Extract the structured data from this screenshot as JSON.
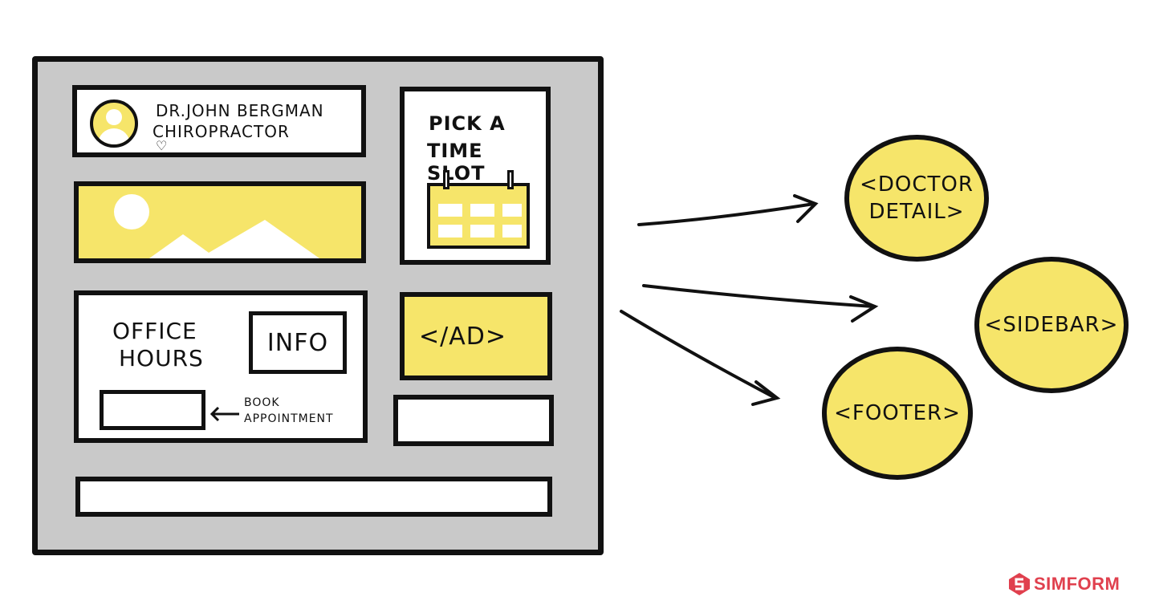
{
  "doctor_card": {
    "name": "DR.JOHN BERGMAN",
    "title": "CHIROPRACTOR",
    "like_icon": "heart-icon",
    "avatar_icon": "user-avatar-icon"
  },
  "banner": {
    "icon": "landscape-image-icon"
  },
  "time_slot": {
    "line1": "PICK A",
    "line2": "TIME SLOT",
    "icon": "calendar-icon"
  },
  "office": {
    "line1": "OFFICE",
    "line2": "HOURS",
    "info_label": "INFO",
    "book_line1": "BOOK",
    "book_line2": "APPOINTMENT"
  },
  "ad": {
    "label": "</AD>"
  },
  "components": {
    "doctor_line1": "<DOCTOR",
    "doctor_line2": "DETAIL>",
    "sidebar": "<SIDEBAR>",
    "footer": "<FOOTER>"
  },
  "brand": {
    "name": "SIMFORM",
    "color": "#e0404e"
  },
  "colors": {
    "yellow": "#f6e56a",
    "frame_gray": "#c9c9c9",
    "ink": "#111111"
  }
}
